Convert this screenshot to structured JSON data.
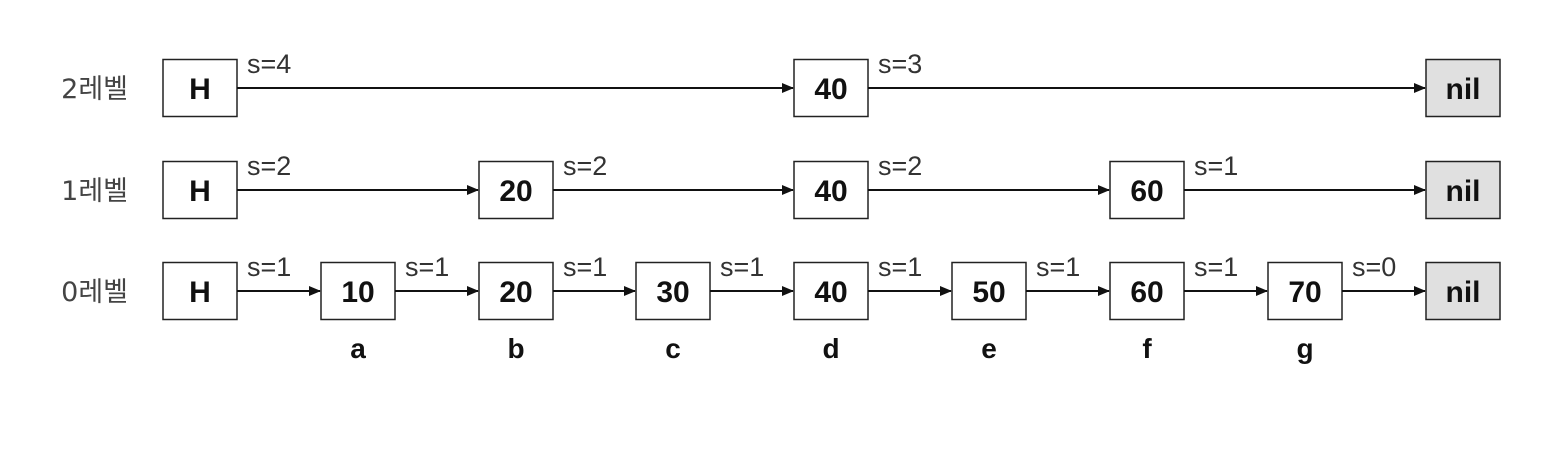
{
  "diagram": {
    "levels": [
      {
        "label": "2레벨",
        "nodes": [
          {
            "col": 0,
            "label": "H"
          },
          {
            "col": 4,
            "label": "40"
          },
          {
            "col": 8,
            "label": "nil",
            "nil": true
          }
        ],
        "spans": [
          "s=4",
          "s=3"
        ]
      },
      {
        "label": "1레벨",
        "nodes": [
          {
            "col": 0,
            "label": "H"
          },
          {
            "col": 2,
            "label": "20"
          },
          {
            "col": 4,
            "label": "40"
          },
          {
            "col": 6,
            "label": "60"
          },
          {
            "col": 8,
            "label": "nil",
            "nil": true
          }
        ],
        "spans": [
          "s=2",
          "s=2",
          "s=2",
          "s=1"
        ]
      },
      {
        "label": "0레벨",
        "nodes": [
          {
            "col": 0,
            "label": "H"
          },
          {
            "col": 1,
            "label": "10"
          },
          {
            "col": 2,
            "label": "20"
          },
          {
            "col": 3,
            "label": "30"
          },
          {
            "col": 4,
            "label": "40"
          },
          {
            "col": 5,
            "label": "50"
          },
          {
            "col": 6,
            "label": "60"
          },
          {
            "col": 7,
            "label": "70"
          },
          {
            "col": 8,
            "label": "nil",
            "nil": true
          }
        ],
        "spans": [
          "s=1",
          "s=1",
          "s=1",
          "s=1",
          "s=1",
          "s=1",
          "s=1",
          "s=0"
        ]
      }
    ],
    "column_names": [
      {
        "col": 1,
        "label": "a"
      },
      {
        "col": 2,
        "label": "b"
      },
      {
        "col": 3,
        "label": "c"
      },
      {
        "col": 4,
        "label": "d"
      },
      {
        "col": 5,
        "label": "e"
      },
      {
        "col": 6,
        "label": "f"
      },
      {
        "col": 7,
        "label": "g"
      }
    ],
    "colors": {
      "nil_fill": "#e0e0e0",
      "stroke": "#222222",
      "text": "#111111"
    }
  }
}
